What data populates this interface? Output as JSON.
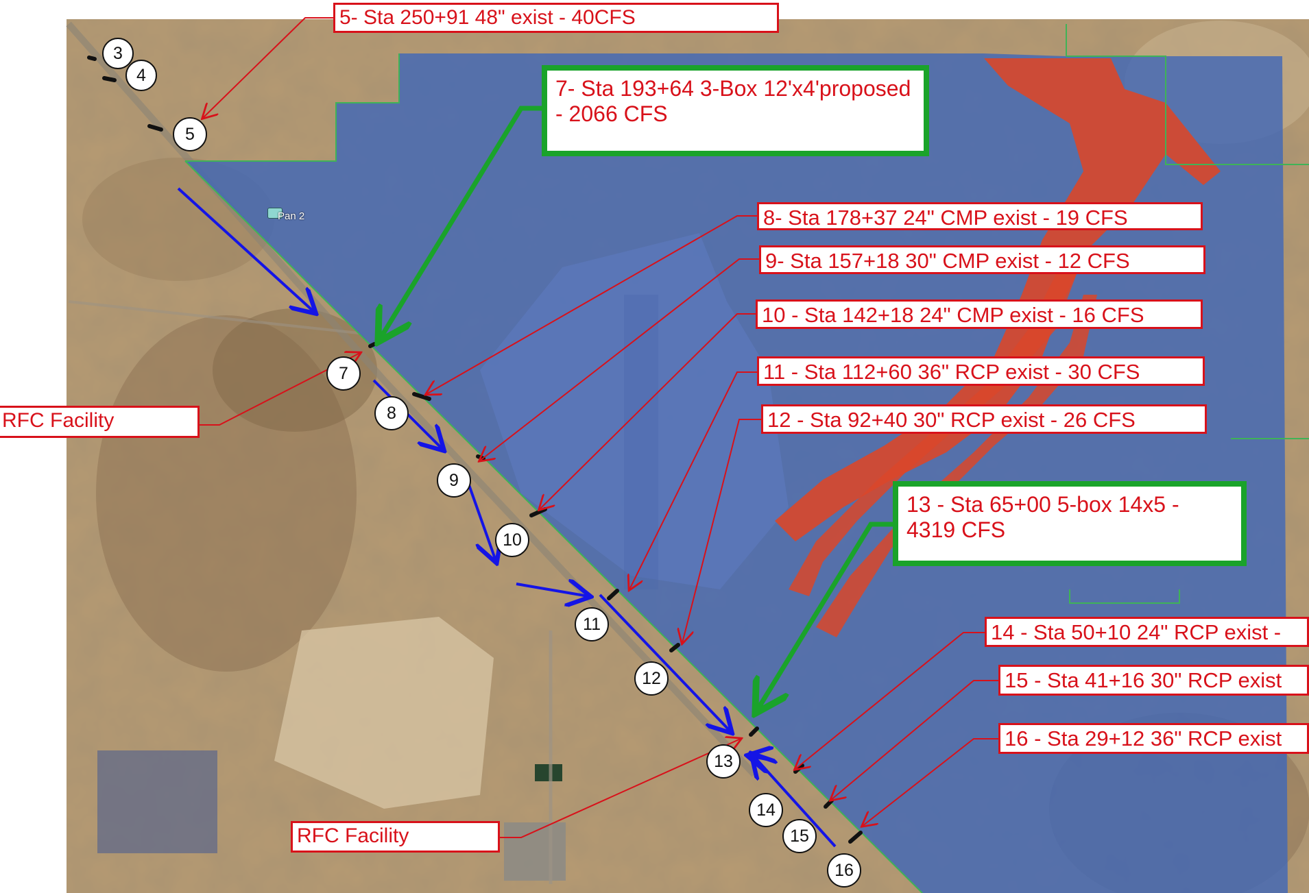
{
  "map": {
    "site_label": "Pan 2",
    "colors": {
      "catchment_fill": "#3e66b8",
      "flow_path_fill": "#d9472a",
      "callout_red": "#d8111a",
      "callout_green": "#1aa32a",
      "flow_arrow": "#1414e6",
      "culvert_mark": "#111111"
    },
    "callouts": [
      {
        "id": "5",
        "text": "5- Sta 250+91 48\" exist - 40CFS",
        "style": "red"
      },
      {
        "id": "7",
        "text": "7- Sta 193+64 3-Box 12'x4'proposed - 2066 CFS",
        "style": "green"
      },
      {
        "id": "8",
        "text": "8- Sta 178+37 24\" CMP exist - 19 CFS",
        "style": "red"
      },
      {
        "id": "9",
        "text": "9- Sta 157+18 30\" CMP exist - 12 CFS",
        "style": "red"
      },
      {
        "id": "10",
        "text": "10 - Sta 142+18 24\" CMP exist - 16 CFS",
        "style": "red"
      },
      {
        "id": "11",
        "text": "11 - Sta 112+60 36\" RCP exist - 30 CFS",
        "style": "red"
      },
      {
        "id": "12",
        "text": "12 - Sta 92+40 30\" RCP exist - 26 CFS",
        "style": "red"
      },
      {
        "id": "13",
        "text": "13 - Sta 65+00 5-box 14x5 - 4319 CFS",
        "style": "green"
      },
      {
        "id": "14",
        "text": "14 - Sta 50+10 24\" RCP exist -",
        "style": "red"
      },
      {
        "id": "15",
        "text": "15 - Sta 41+16 30\" RCP exist",
        "style": "red"
      },
      {
        "id": "16",
        "text": "16 - Sta 29+12 36\" RCP exist",
        "style": "red"
      }
    ],
    "facility_labels": [
      {
        "text": "RFC Facility"
      },
      {
        "text": "RFC Facility"
      }
    ],
    "markers": [
      "3",
      "4",
      "5",
      "7",
      "8",
      "9",
      "10",
      "11",
      "12",
      "13",
      "14",
      "15",
      "16"
    ]
  }
}
